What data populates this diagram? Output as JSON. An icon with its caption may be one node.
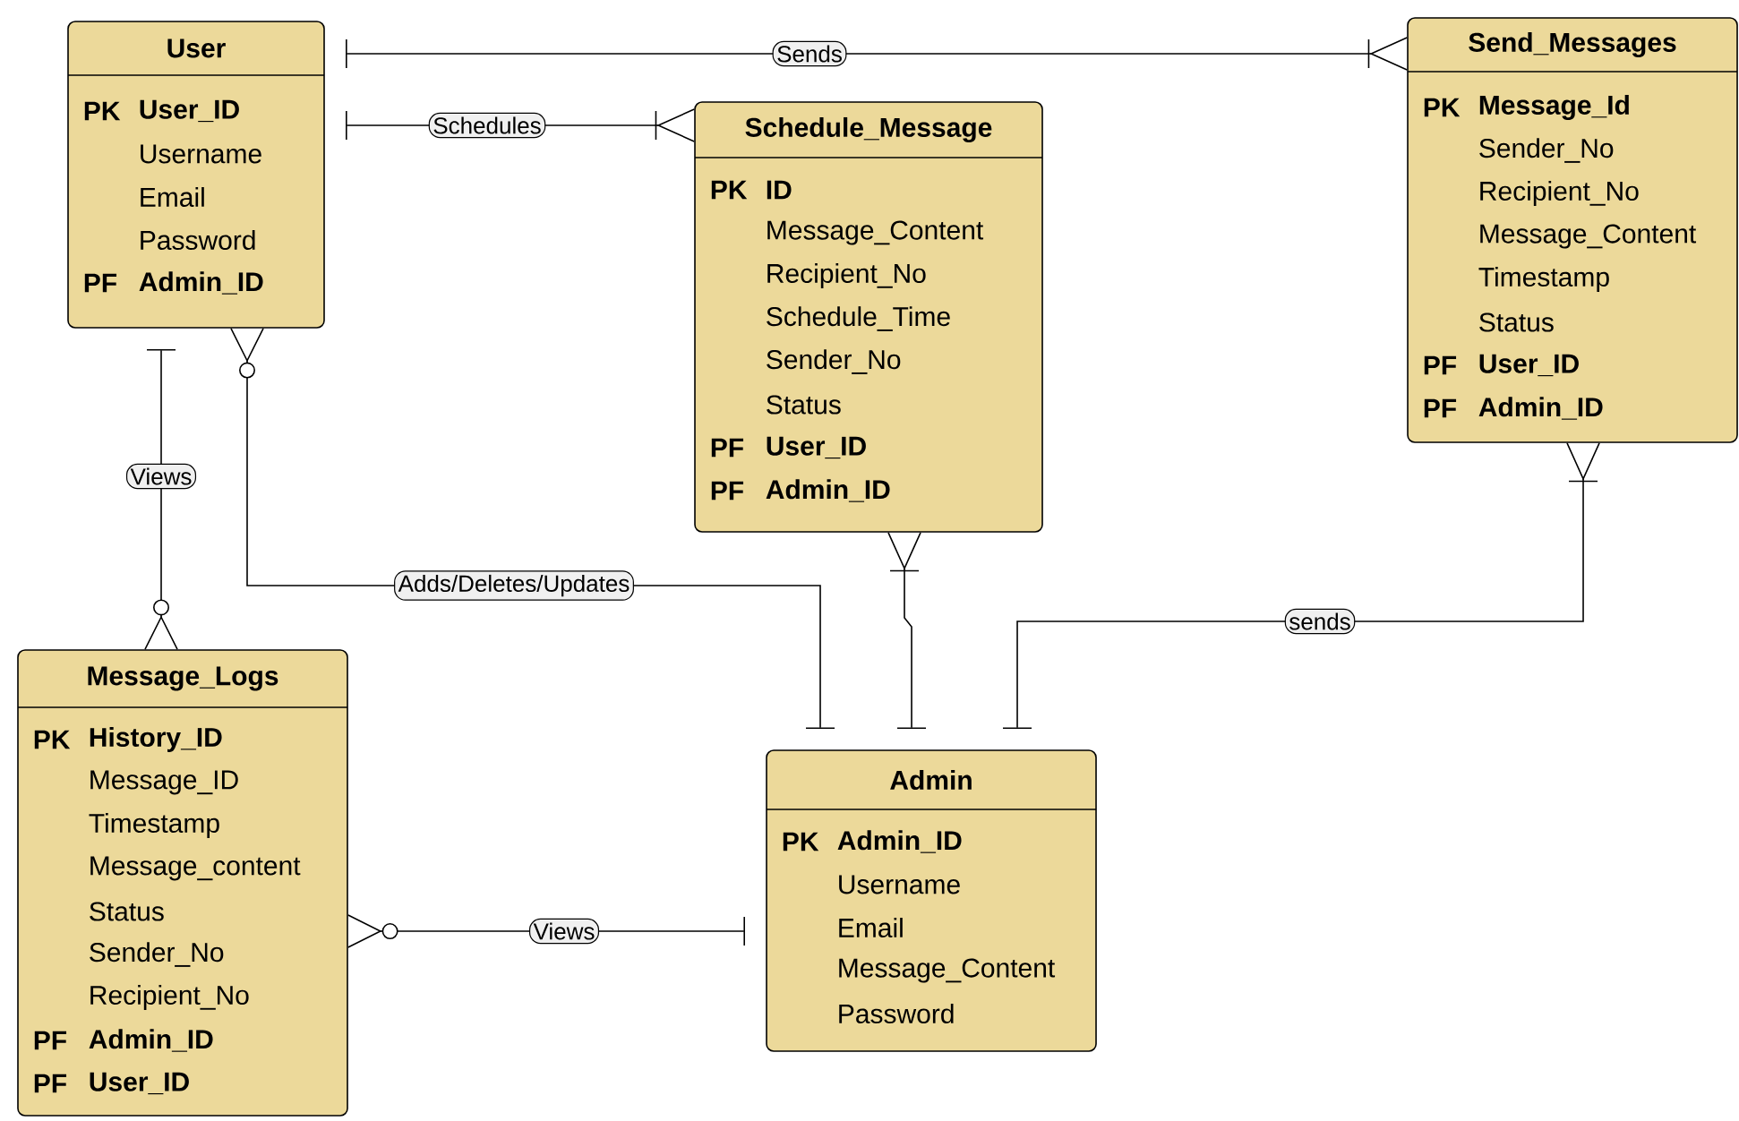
{
  "diagram": {
    "nodes": [
      {
        "text": [
          "User",
          "PK",
          "User_ID",
          "Username",
          "Email",
          "Password",
          "PF",
          "Admin_ID"
        ]
      },
      {
        "text": [
          "Schedule_Message",
          "PK",
          "ID",
          "Message_Content",
          "Recipient_No",
          "Schedule_Time",
          "Sender_No",
          "Status",
          "PF",
          "User_ID",
          "PF",
          "Admin_ID"
        ]
      },
      {
        "text": [
          "Send_Messages",
          "PK",
          "Message_Id",
          "Sender_No",
          "Recipient_No",
          "Message_Content",
          "Timestamp",
          "Status",
          "PF",
          "User_ID",
          "PF",
          "Admin_ID"
        ]
      },
      {
        "text": [
          "Message_Logs",
          "PK",
          "History_ID",
          "Message_ID",
          "Timestamp",
          "Message_content",
          "Status",
          "Sender_No",
          "Recipient_No",
          "PF",
          "Admin_ID",
          "PF",
          "User_ID"
        ]
      },
      {
        "text": [
          "Admin",
          "PK",
          "Admin_ID",
          "Username",
          "Email",
          "Message_Content",
          "Password"
        ]
      }
    ],
    "edges": [
      {
        "from": 0,
        "to": 2,
        "arrow": "other",
        "label": "Sends"
      },
      {
        "from": 0,
        "to": 1,
        "arrow": "other",
        "label": "Schedules"
      },
      {
        "from": 0,
        "to": 3,
        "arrow": "other",
        "label": "Views"
      },
      {
        "from": 0,
        "to": 4,
        "arrow": "other",
        "label": "Adds/Deletes/Updates"
      },
      {
        "from": 1,
        "to": 4,
        "arrow": "other"
      },
      {
        "from": 2,
        "to": 4,
        "arrow": "other",
        "label": "sends"
      },
      {
        "from": 4,
        "to": 3,
        "arrow": "other",
        "label": "Views"
      }
    ]
  }
}
